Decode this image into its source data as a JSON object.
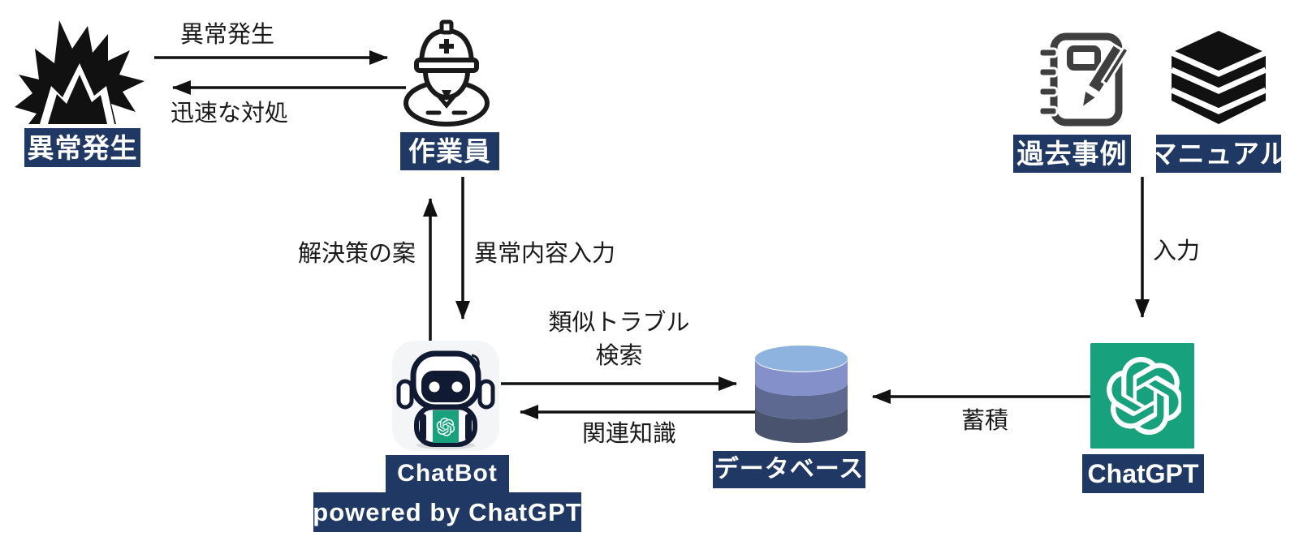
{
  "diagram_title": "ChatBot powered by ChatGPT troubleshooting flow",
  "colors": {
    "label_bg": "#1f3864",
    "label_text": "#ffffff",
    "arrow": "#111111",
    "annotation_text": "#1a1a1a",
    "chatgpt_green": "#17a27d",
    "icon_black": "#111111",
    "notebook_gray": "#3f3f3f",
    "robot_navy": "#101b33",
    "robot_panel_green": "#17a27d",
    "database_top": "#8db3de",
    "database_band1": "#8490ca",
    "database_band2": "#5d6991",
    "database_band3": "#49536e"
  },
  "nodes": {
    "incident": {
      "label": "異常発生",
      "icon": "explosion-icon"
    },
    "worker": {
      "label": "作業員",
      "icon": "worker-icon"
    },
    "chatbot": {
      "label_line1": "ChatBot",
      "label_line2": "powered by ChatGPT",
      "icon": "robot-icon"
    },
    "database": {
      "label": "データベース",
      "icon": "database-cylinder-icon"
    },
    "past_cases": {
      "label": "過去事例",
      "icon": "notebook-pen-icon"
    },
    "manual": {
      "label": "マニュアル",
      "icon": "books-stack-icon"
    },
    "chatgpt": {
      "label": "ChatGPT",
      "icon": "openai-logo-icon"
    }
  },
  "edges": {
    "incident_to_worker": {
      "label": "異常発生",
      "direction": "right"
    },
    "worker_to_incident": {
      "label": "迅速な対処",
      "direction": "left"
    },
    "chatbot_to_worker": {
      "label": "解決策の案",
      "direction": "up"
    },
    "worker_to_chatbot": {
      "label": "異常内容入力",
      "direction": "down"
    },
    "chatbot_to_database": {
      "label_line1": "類似トラブル",
      "label_line2": "検索",
      "direction": "right"
    },
    "database_to_chatbot": {
      "label": "関連知識",
      "direction": "left"
    },
    "sources_to_chatgpt": {
      "label": "入力",
      "direction": "down"
    },
    "chatgpt_to_database": {
      "label": "蓄積",
      "direction": "left"
    }
  }
}
